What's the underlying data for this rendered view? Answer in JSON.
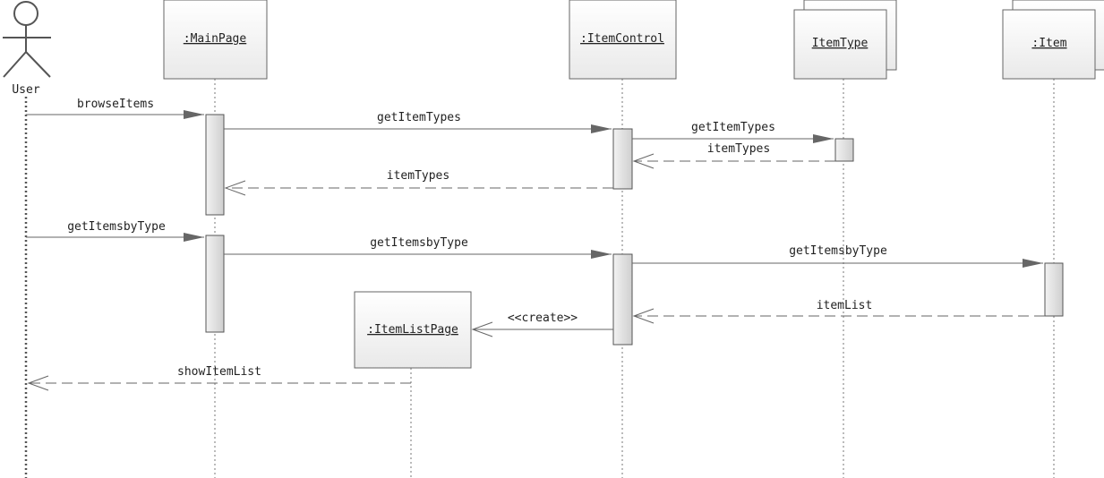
{
  "actor": {
    "name": "User"
  },
  "lifelines": {
    "main_page": ":MainPage",
    "item_control": ":ItemControl",
    "item_type": "ItemType",
    "item": ":Item",
    "item_list_page": ":ItemListPage"
  },
  "messages": {
    "m1": "browseItems",
    "m2": "getItemTypes",
    "m3": "getItemTypes",
    "m4": "itemTypes",
    "m5": "itemTypes",
    "m6": "getItemsbyType",
    "m7": "getItemsbyType",
    "m8": "getItemsbyType",
    "m9": "itemList",
    "m10": "<<create>>",
    "m11": "showItemList"
  }
}
